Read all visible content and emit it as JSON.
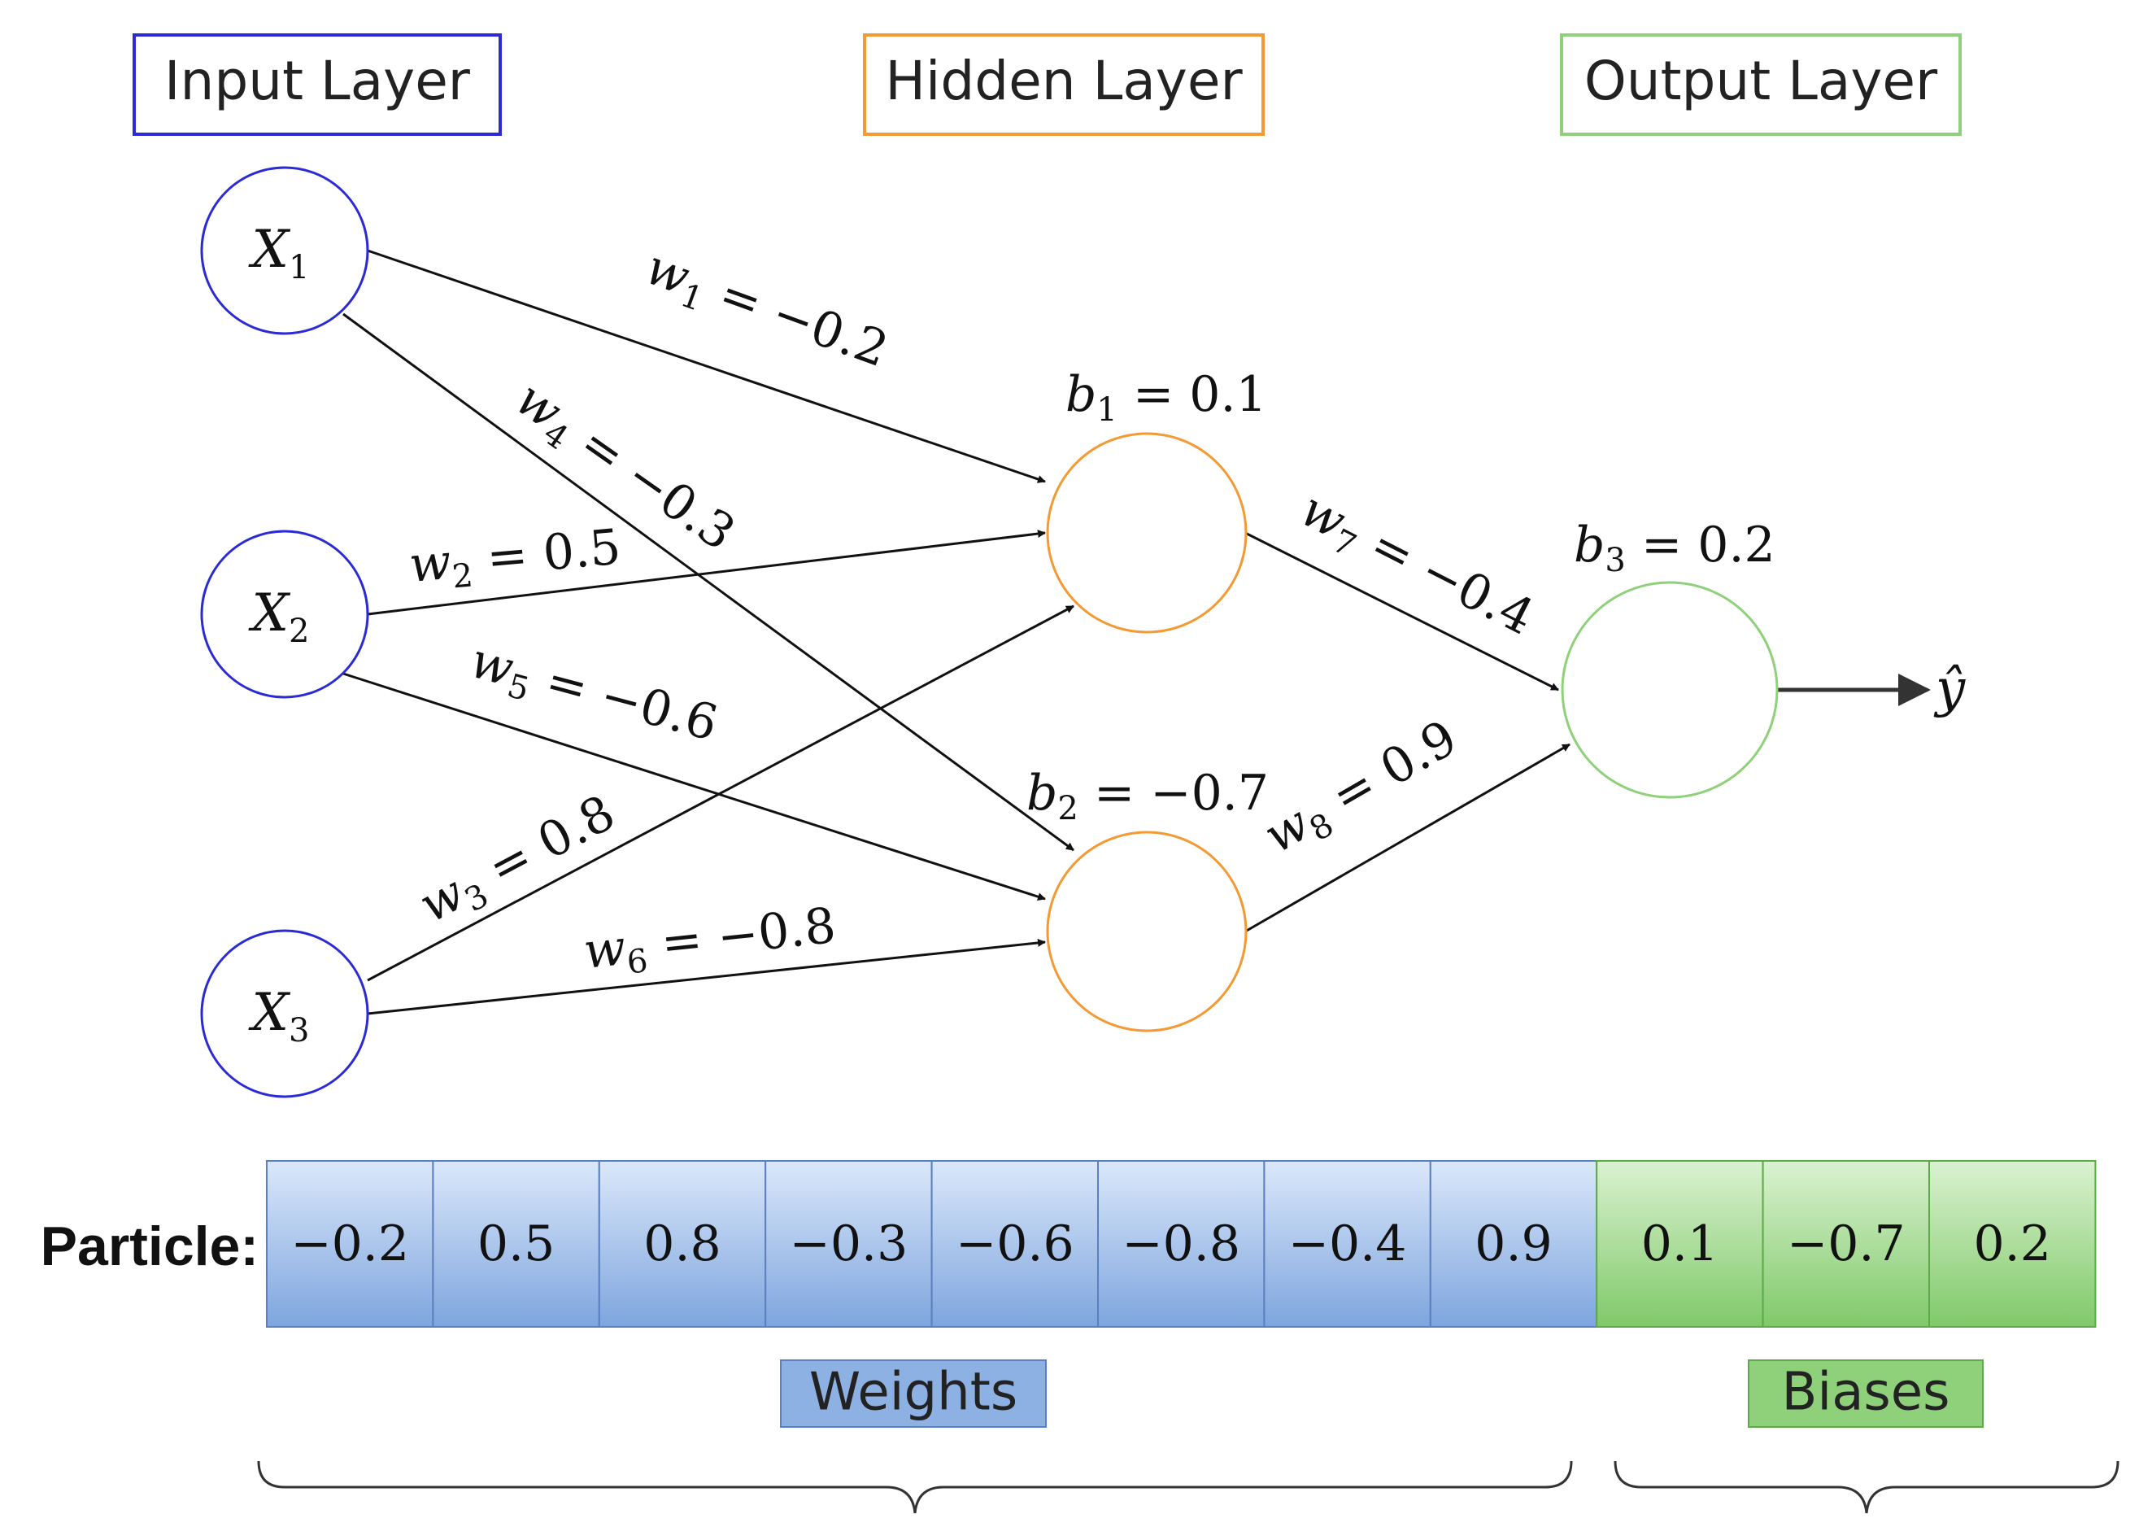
{
  "layers": {
    "input": "Input Layer",
    "hidden": "Hidden Layer",
    "output": "Output Layer"
  },
  "inputs": [
    {
      "var": "X",
      "sub": "1"
    },
    {
      "var": "X",
      "sub": "2"
    },
    {
      "var": "X",
      "sub": "3"
    }
  ],
  "weights": [
    {
      "var": "w",
      "sub": "1",
      "value": "−0.2"
    },
    {
      "var": "w",
      "sub": "2",
      "value": "0.5"
    },
    {
      "var": "w",
      "sub": "3",
      "value": "0.8"
    },
    {
      "var": "w",
      "sub": "4",
      "value": "−0.3"
    },
    {
      "var": "w",
      "sub": "5",
      "value": "−0.6"
    },
    {
      "var": "w",
      "sub": "6",
      "value": "−0.8"
    },
    {
      "var": "w",
      "sub": "7",
      "value": "−0.4"
    },
    {
      "var": "w",
      "sub": "8",
      "value": "0.9"
    }
  ],
  "biases": [
    {
      "var": "b",
      "sub": "1",
      "value": "0.1"
    },
    {
      "var": "b",
      "sub": "2",
      "value": "−0.7"
    },
    {
      "var": "b",
      "sub": "3",
      "value": "0.2"
    }
  ],
  "output_symbol": "ŷ",
  "particle": {
    "label": "Particle:",
    "weight_cells": [
      "−0.2",
      "0.5",
      "0.8",
      "−0.3",
      "−0.6",
      "−0.8",
      "−0.4",
      "0.9"
    ],
    "bias_cells": [
      "0.1",
      "−0.7",
      "0.2"
    ]
  },
  "legend": {
    "weights": "Weights",
    "biases": "Biases"
  },
  "colors": {
    "input": "#2b2bd6",
    "hidden": "#f39a34",
    "output": "#8fd07a",
    "weights_fill": "#8eb1e4",
    "bias_fill": "#8fd17a"
  }
}
